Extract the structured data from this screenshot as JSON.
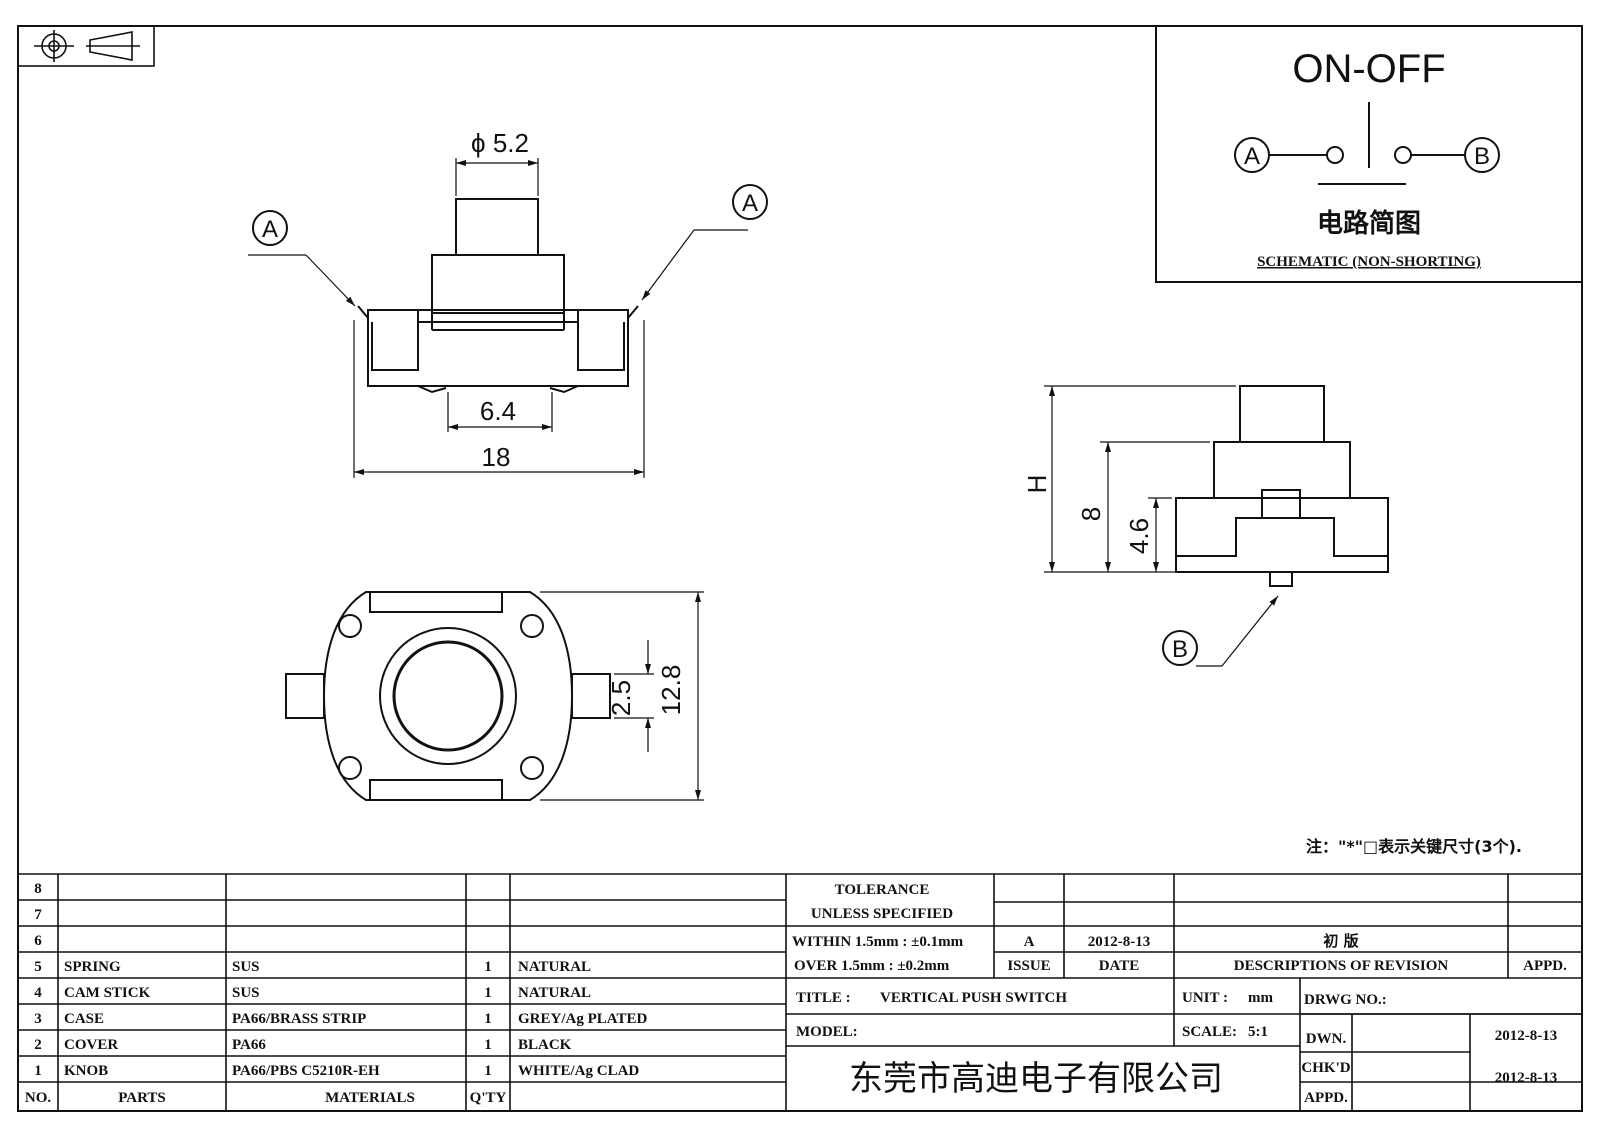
{
  "drawing": {
    "schematic": {
      "title": "ON-OFF",
      "terminal_a": "A",
      "terminal_b": "B",
      "cn_label": "电路简图",
      "en_label": "SCHEMATIC (NON-SHORTING)"
    },
    "front_view": {
      "dim_knob": "ϕ 5.2",
      "dim_inner": "6.4",
      "dim_width": "18",
      "terminal_left": "A",
      "terminal_right": "A"
    },
    "side_view": {
      "dim_h": "H",
      "dim_8": "8",
      "dim_46": "4.6",
      "terminal": "B"
    },
    "bottom_view": {
      "dim_25": "2.5",
      "dim_128": "12.8"
    },
    "note": "注：\"*\"□表示关键尺寸(3个)."
  },
  "parts_table": {
    "rows": [
      {
        "no": "8",
        "part": "",
        "material": "",
        "qty": "",
        "finish": ""
      },
      {
        "no": "7",
        "part": "",
        "material": "",
        "qty": "",
        "finish": ""
      },
      {
        "no": "6",
        "part": "",
        "material": "",
        "qty": "",
        "finish": ""
      },
      {
        "no": "5",
        "part": "SPRING",
        "material": "SUS",
        "qty": "1",
        "finish": "NATURAL"
      },
      {
        "no": "4",
        "part": "CAM STICK",
        "material": "SUS",
        "qty": "1",
        "finish": "NATURAL"
      },
      {
        "no": "3",
        "part": "CASE",
        "material": "PA66/BRASS STRIP",
        "qty": "1",
        "finish": "GREY/Ag PLATED"
      },
      {
        "no": "2",
        "part": "COVER",
        "material": "PA66",
        "qty": "1",
        "finish": "BLACK"
      },
      {
        "no": "1",
        "part": "KNOB",
        "material": "PA66/PBS C5210R-EH",
        "qty": "1",
        "finish": "WHITE/Ag CLAD"
      }
    ],
    "header": {
      "no": "NO.",
      "parts": "PARTS",
      "materials": "MATERIALS",
      "qty": "Q'TY"
    }
  },
  "title_block": {
    "tolerance_1": "TOLERANCE",
    "tolerance_2": "UNLESS  SPECIFIED",
    "tolerance_3": "WITHIN 1.5mm : ±0.1mm",
    "tolerance_4": "OVER 1.5mm : ±0.2mm",
    "rev_issue": "A",
    "rev_date": "2012-8-13",
    "rev_desc": "初  版",
    "hdr_issue": "ISSUE",
    "hdr_date": "DATE",
    "hdr_desc": "DESCRIPTIONS OF REVISION",
    "hdr_appd": "APPD.",
    "title_label": "TITLE :",
    "title_value": "VERTICAL PUSH SWITCH",
    "unit_label": "UNIT :",
    "unit_value": "mm",
    "drwg_label": "DRWG NO.:",
    "model_label": "MODEL:",
    "scale_label": "SCALE:",
    "scale_value": "5:1",
    "dwn_label": "DWN.",
    "dwn_date": "2012-8-13",
    "chkd_label": "CHK'D",
    "chkd_date": "2012-8-13",
    "appd_label": "APPD.",
    "company": "东莞市高迪电子有限公司"
  }
}
